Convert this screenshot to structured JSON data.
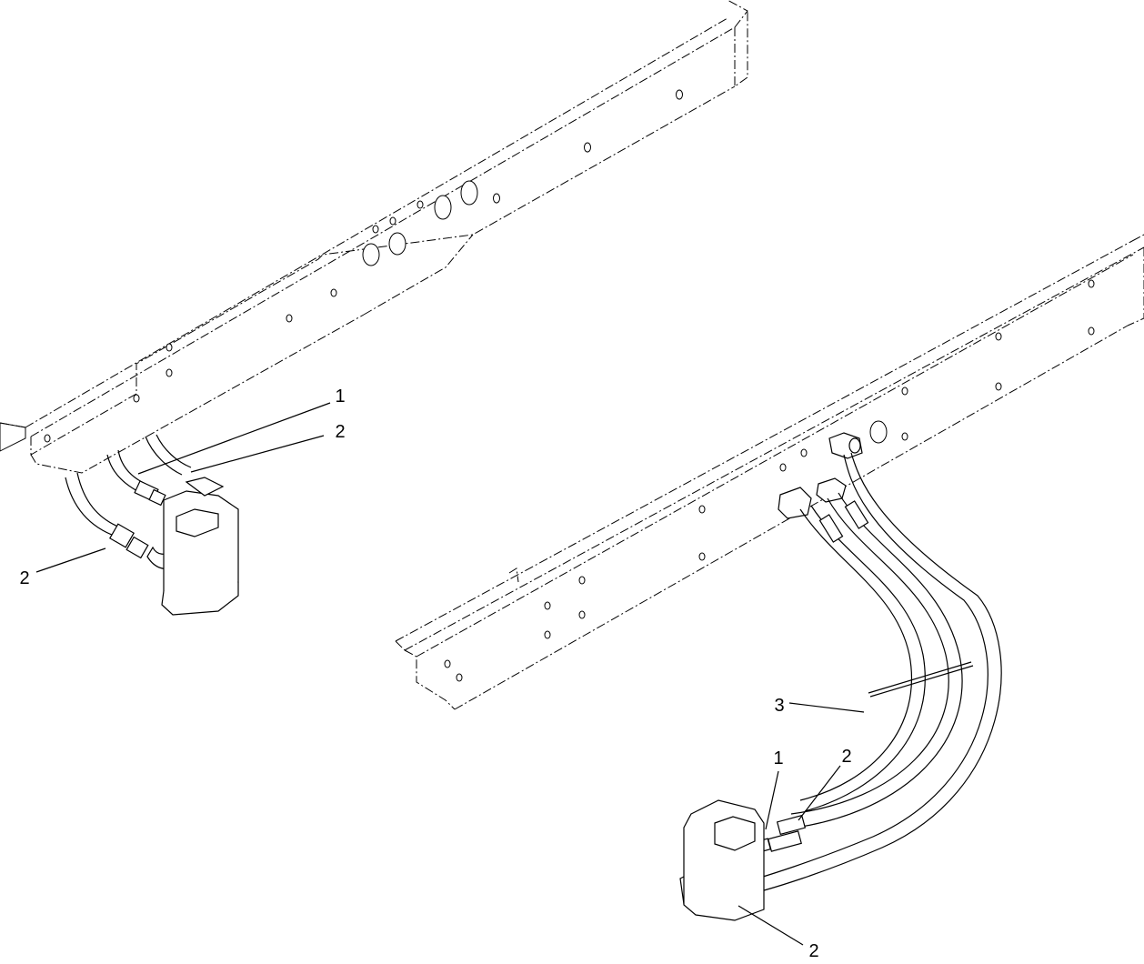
{
  "diagram": {
    "callouts": [
      {
        "id": "c1-upper-left",
        "label": "1"
      },
      {
        "id": "c2-upper-left",
        "label": "2"
      },
      {
        "id": "c2-left",
        "label": "2"
      },
      {
        "id": "c3",
        "label": "3"
      },
      {
        "id": "c1-lower",
        "label": "1"
      },
      {
        "id": "c2-lower",
        "label": "2"
      },
      {
        "id": "c2-bottom",
        "label": "2"
      }
    ]
  }
}
